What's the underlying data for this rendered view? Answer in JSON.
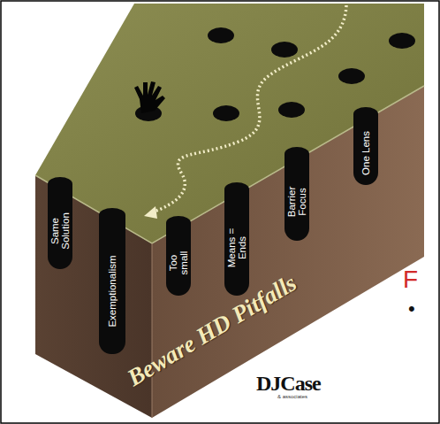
{
  "diagram": {
    "title": "Beware HD Pitfalls",
    "nodes": [
      {
        "text": [
          "Same Solution"
        ]
      },
      {
        "text": [
          "Exemptionalism"
        ]
      },
      {
        "text": [
          "Too small"
        ]
      },
      {
        "text": [
          "Means = Ends"
        ]
      },
      {
        "text": [
          "Barrier Focus"
        ]
      },
      {
        "text": [
          "One Lens"
        ]
      }
    ],
    "labels": [
      "DJCase",
      "& associates",
      "F",
      "•"
    ]
  }
}
